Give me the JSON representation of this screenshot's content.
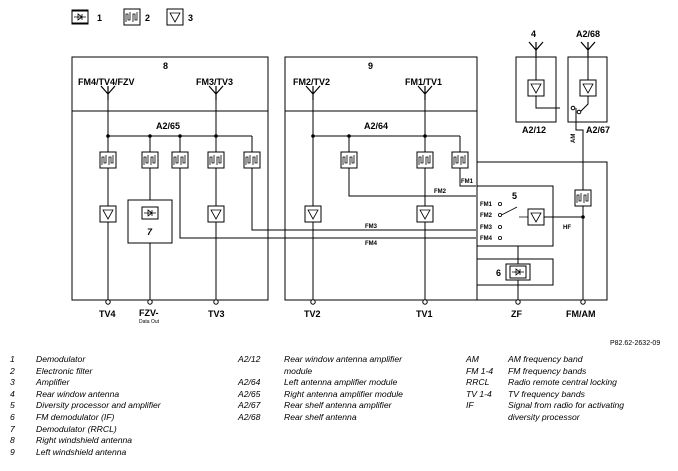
{
  "key": {
    "k1": "1",
    "k2": "2",
    "k3": "3"
  },
  "labels": {
    "box8": "8",
    "box9": "9",
    "fm4": "FM4/TV4/FZV",
    "fm3": "FM3/TV3",
    "fm2": "FM2/TV2",
    "fm1": "FM1/TV1",
    "a265": "A2/65",
    "a264": "A2/64",
    "ant4": "4",
    "a268": "A2/68",
    "a212": "A2/12",
    "a267": "A2/67",
    "am": "AM",
    "dp5": "5",
    "rrcl6": "6",
    "fmd7": "7",
    "sfm1": "FM1",
    "sfm2": "FM2",
    "sfm3": "FM3",
    "sfm4": "FM4",
    "fm1ln": "FM1",
    "fm2ln": "FM2",
    "fm3ln": "FM3",
    "fm4ln": "FM4",
    "hf": "HF",
    "tv4": "TV4",
    "fzv": "FZV-",
    "dataout": "Data Out",
    "tv3": "TV3",
    "tv2": "TV2",
    "tv1": "TV1",
    "zf": "ZF",
    "fmam": "FM/AM",
    "figid": "P82.62-2632-09"
  },
  "legend": {
    "col1": [
      {
        "k": "1",
        "v": "Demodulator"
      },
      {
        "k": "2",
        "v": "Electronic filter"
      },
      {
        "k": "3",
        "v": "Amplifier"
      },
      {
        "k": "4",
        "v": "Rear window antenna"
      },
      {
        "k": "5",
        "v": "Diversity processor and amplifier"
      },
      {
        "k": "6",
        "v": "FM demodulator (IF)"
      },
      {
        "k": "7",
        "v": "Demodulator (RRCL)"
      },
      {
        "k": "8",
        "v": "Right windshield antenna"
      },
      {
        "k": "9",
        "v": "Left windshield antenna"
      }
    ],
    "col2": [
      {
        "k": "A2/12",
        "v": "Rear window antenna amplifier"
      },
      {
        "k": "",
        "v": "module"
      },
      {
        "k": "A2/64",
        "v": "Left antenna amplifier module"
      },
      {
        "k": "A2/65",
        "v": "Right antenna amplifier module"
      },
      {
        "k": "A2/67",
        "v": "Rear shelf antenna amplifier"
      },
      {
        "k": "A2/68",
        "v": "Rear shelf antenna"
      }
    ],
    "col3": [
      {
        "k": "AM",
        "v": "AM frequency band"
      },
      {
        "k": "FM 1-4",
        "v": "FM frequency bands"
      },
      {
        "k": "RRCL",
        "v": "Radio remote central locking"
      },
      {
        "k": "TV 1-4",
        "v": "TV frequency bands"
      },
      {
        "k": "IF",
        "v": "Signal from radio for activating"
      },
      {
        "k": "",
        "v": "diversity processor"
      }
    ]
  }
}
